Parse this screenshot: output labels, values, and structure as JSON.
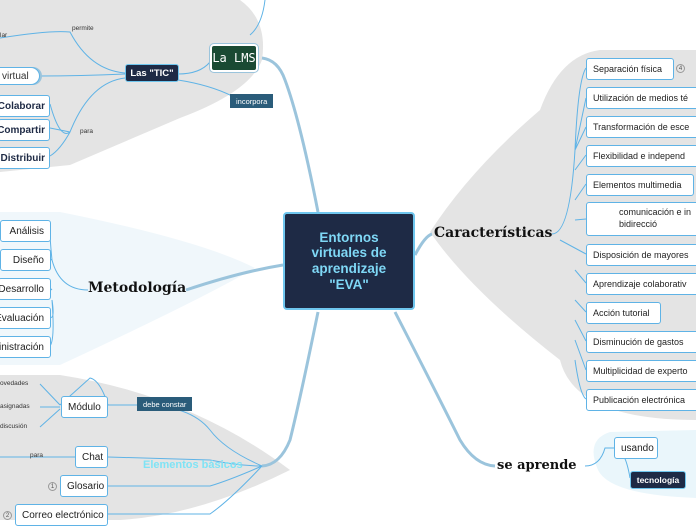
{
  "central": {
    "title": "Entornos virtuales de aprendizaje \"EVA\""
  },
  "top_left": {
    "lms_label": "La LMS",
    "tic_label": "Las \"TIC\"",
    "incorpora": "incorpora",
    "permite": "permite",
    "para": "para",
    "fragment_lar": "lar",
    "virtual": "virtual",
    "items": [
      "Colaborar",
      "Compartir",
      "Distribuir"
    ]
  },
  "metodologia": {
    "title": "Metodología",
    "items": [
      "Análisis",
      "Diseño",
      "Desarrollo",
      "Evaluación",
      "inistración"
    ]
  },
  "elementos": {
    "title": "Elementos básicos",
    "debe_constar": "debe constar",
    "modulo": "Módulo",
    "modulo_children": [
      "ovedades",
      "asignadas",
      "discusión"
    ],
    "para": "para",
    "chat": "Chat",
    "glosario": "Glosario",
    "glosario_badge": "1",
    "correo": "Correo electrónico",
    "correo_badge": "2"
  },
  "caracteristicas": {
    "title": "Características",
    "separacion_badge": "4",
    "items": [
      "Separación física",
      "Utilización de medios té",
      "Transformación de esce",
      "Flexibilidad e independ",
      "Elementos multimedia",
      "comunicación e in bidirecció",
      "Disposición de mayores",
      "Aprendizaje colaborativ",
      "Acción tutorial",
      "Disminución de gastos",
      "Multiplicidad de experto",
      "Publicación electrónica"
    ]
  },
  "se_aprende": {
    "title": "se aprende",
    "usando": "usando",
    "tecnologia": "tecnología"
  }
}
